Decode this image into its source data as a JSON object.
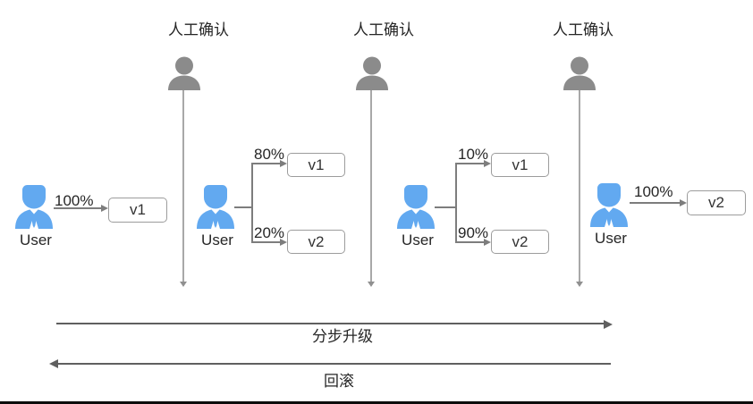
{
  "labels": {
    "confirm": "人工确认"
  },
  "stages": [
    {
      "user": "User",
      "percent": "100%",
      "box": "v1"
    },
    {
      "user": "User",
      "top_percent": "80%",
      "top_box": "v1",
      "bottom_percent": "20%",
      "bottom_box": "v2"
    },
    {
      "user": "User",
      "top_percent": "10%",
      "top_box": "v1",
      "bottom_percent": "90%",
      "bottom_box": "v2"
    },
    {
      "user": "User",
      "percent": "100%",
      "box": "v2"
    }
  ],
  "footer": {
    "upgrade": "分步升级",
    "rollback": "回滚"
  },
  "icons": {
    "user": "blue-user-person-icon",
    "confirm": "gray-reviewer-person-icon"
  },
  "colors": {
    "user_blue": "#62a9f0",
    "reviewer_gray": "#8b8b8b",
    "connector_gray": "#7d7d7d",
    "timeline_gray": "#a8a8a8",
    "footer_arrow_gray": "#5f5f5f",
    "box_border": "#9c9c9c",
    "text": "#262626"
  }
}
